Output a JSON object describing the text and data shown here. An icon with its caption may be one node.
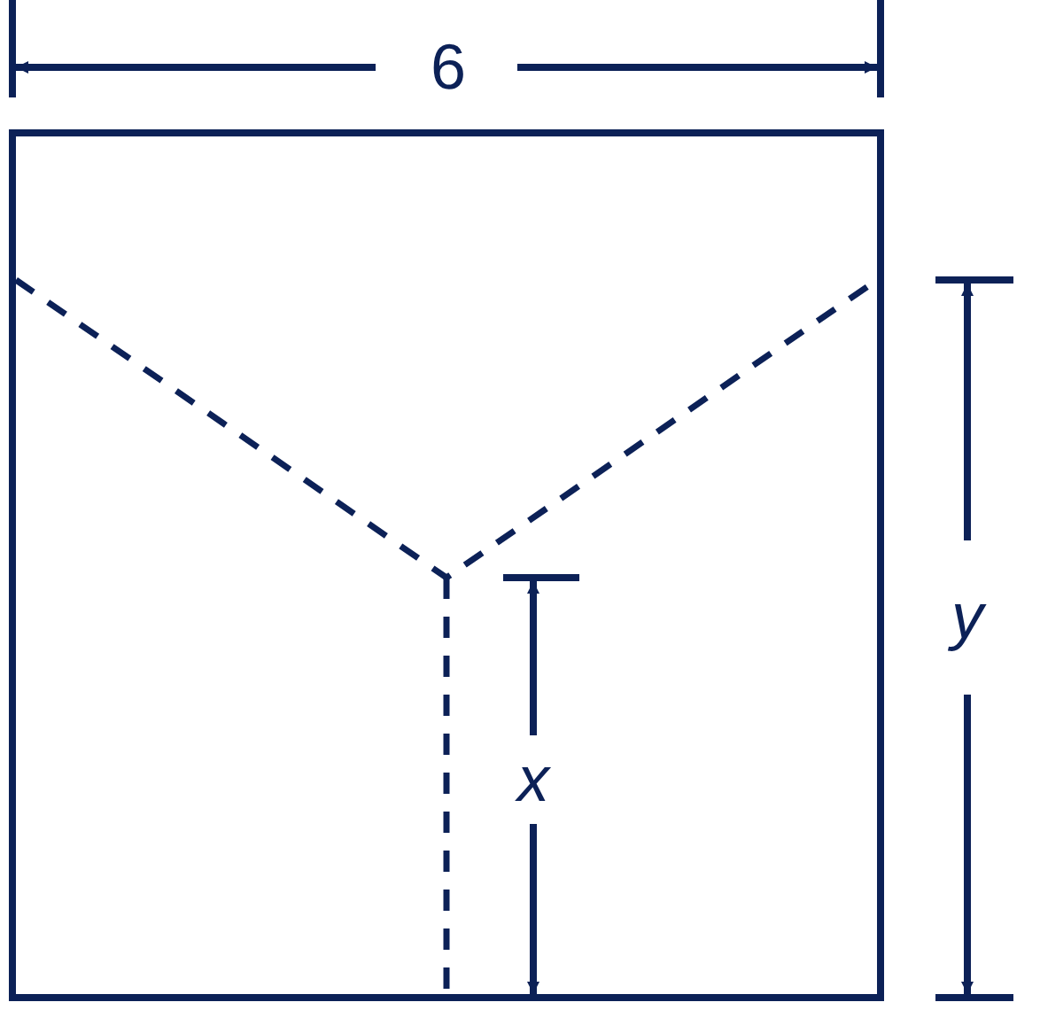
{
  "diagram": {
    "labels": [
      "6",
      "y",
      "x"
    ]
  }
}
